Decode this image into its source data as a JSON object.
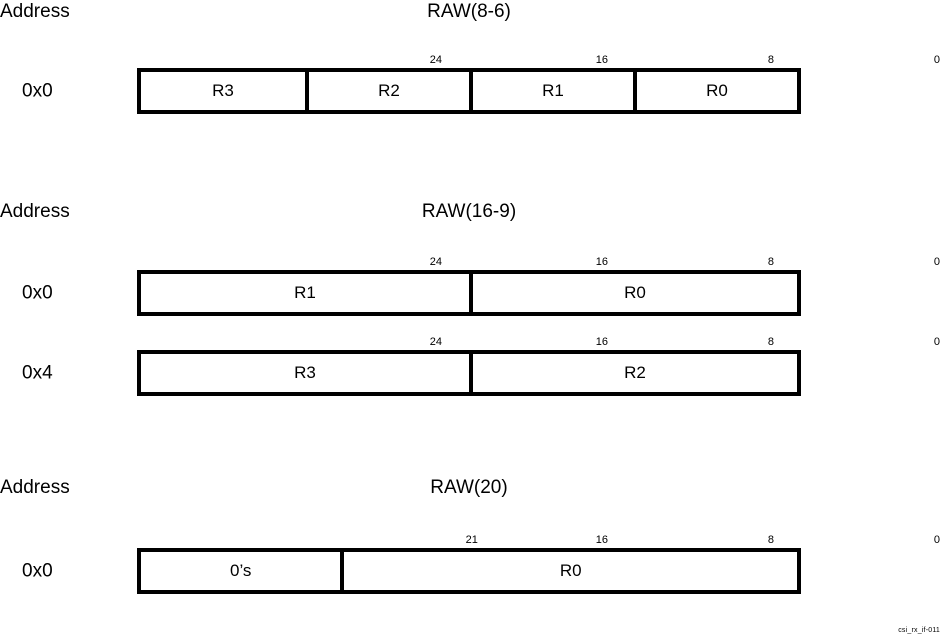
{
  "figure": {
    "footer_id": "csi_rx_if-011",
    "address_column_label": "Address"
  },
  "sections": [
    {
      "title": "RAW(8-6)",
      "address_label": "Address",
      "ticks": [
        {
          "label": "24",
          "pos_pct": 25
        },
        {
          "label": "16",
          "pos_pct": 50
        },
        {
          "label": "8",
          "pos_pct": 75
        },
        {
          "label": "0",
          "pos_pct": 100
        }
      ],
      "rows": [
        {
          "address": "0x0",
          "cells": [
            {
              "label": "R3",
              "width_pct": 25
            },
            {
              "label": "R2",
              "width_pct": 25
            },
            {
              "label": "R1",
              "width_pct": 25
            },
            {
              "label": "R0",
              "width_pct": 25
            }
          ]
        }
      ]
    },
    {
      "title": "RAW(16-9)",
      "address_label": "Address",
      "ticks": [
        {
          "label": "24",
          "pos_pct": 25
        },
        {
          "label": "16",
          "pos_pct": 50
        },
        {
          "label": "8",
          "pos_pct": 75
        },
        {
          "label": "0",
          "pos_pct": 100
        }
      ],
      "rows": [
        {
          "address": "0x0",
          "cells": [
            {
              "label": "R1",
              "width_pct": 50
            },
            {
              "label": "R0",
              "width_pct": 50
            }
          ]
        },
        {
          "address": "0x4",
          "cells": [
            {
              "label": "R3",
              "width_pct": 50
            },
            {
              "label": "R2",
              "width_pct": 50
            }
          ]
        }
      ]
    },
    {
      "title": "RAW(20)",
      "address_label": "Address",
      "ticks": [
        {
          "label": "21",
          "pos_pct": 30.4
        },
        {
          "label": "16",
          "pos_pct": 50
        },
        {
          "label": "8",
          "pos_pct": 75
        },
        {
          "label": "0",
          "pos_pct": 100
        }
      ],
      "rows": [
        {
          "address": "0x0",
          "cells": [
            {
              "label": "0’s",
              "width_pct": 30.4
            },
            {
              "label": "R0",
              "width_pct": 69.6
            }
          ]
        }
      ]
    }
  ],
  "layout": {
    "section_tops": [
      0,
      200,
      476
    ],
    "row_tops": [
      [
        68
      ],
      [
        270,
        350
      ],
      [
        548
      ]
    ]
  }
}
